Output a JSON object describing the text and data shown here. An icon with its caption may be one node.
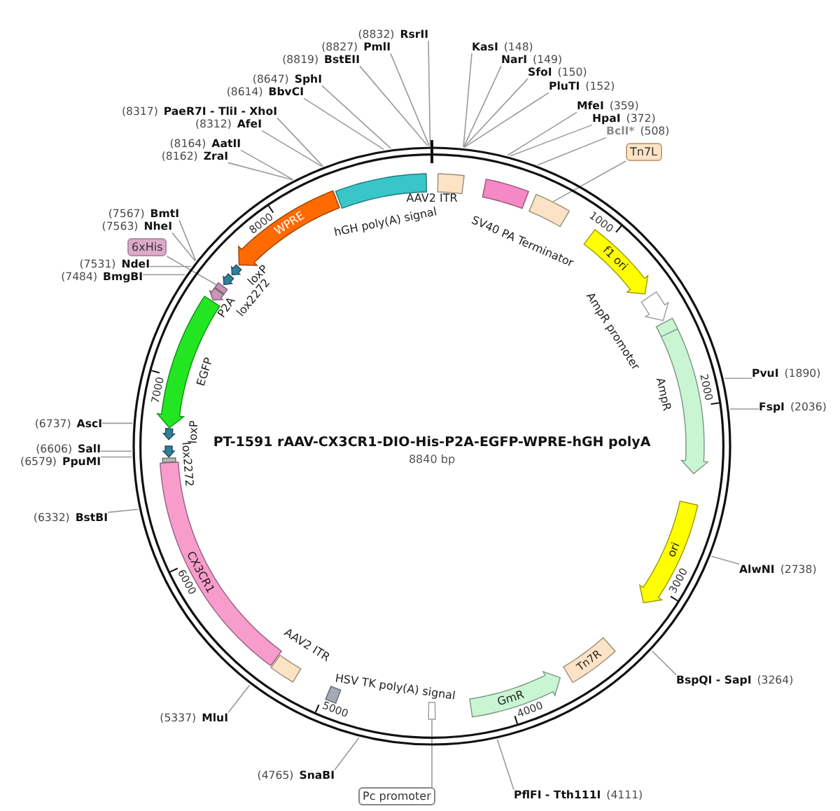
{
  "diagram": {
    "title": "PT-1591 rAAV-CX3CR1-DIO-His-P2A-EGFP-WPRE-hGH polyA",
    "nodes": [
      {
        "text": [
          "AAV2 ITR"
        ]
      },
      {
        "text": [
          "SV40 PA Terminator"
        ]
      },
      {
        "text": [],
        "shape": "box"
      },
      {
        "text": [
          "f1 ori"
        ]
      },
      {
        "text": [
          "AmpR promoter"
        ]
      },
      {
        "text": [
          "AmpR"
        ]
      },
      {
        "text": [
          "ori"
        ]
      },
      {
        "text": [
          "Tn7R"
        ]
      },
      {
        "text": [
          "GmR"
        ]
      },
      {
        "text": [],
        "shape": "box"
      },
      {
        "text": [
          "HSV TK poly(A) signal"
        ]
      },
      {
        "text": [
          "AAV2 ITR"
        ]
      },
      {
        "text": [
          "CX3CR1"
        ]
      },
      {
        "text": [],
        "shape": "bar"
      },
      {
        "text": [
          "lox2272"
        ]
      },
      {
        "text": [
          "loxP"
        ]
      },
      {
        "text": [
          "EGFP"
        ]
      },
      {
        "text": [
          "P2A"
        ]
      },
      {
        "text": [],
        "shape": "box"
      },
      {
        "text": [
          "lox2272"
        ]
      },
      {
        "text": [
          "loxP"
        ]
      },
      {
        "text": [
          "WPRE"
        ]
      },
      {
        "text": [
          "hGH poly(A) signal"
        ]
      },
      {
        "text": [
          "Tn7L"
        ]
      },
      {
        "text": [
          "6xHis"
        ]
      },
      {
        "text": [
          "Pc promoter"
        ]
      },
      {
        "text": [
          "KasI",
          "(148)"
        ]
      },
      {
        "text": [
          "NarI",
          "(149)"
        ]
      },
      {
        "text": [
          "SfoI",
          "(150)"
        ]
      },
      {
        "text": [
          "PluTI",
          "(152)"
        ]
      },
      {
        "text": [
          "MfeI",
          "(359)"
        ]
      },
      {
        "text": [
          "HpaI",
          "(372)"
        ]
      },
      {
        "text": [
          "BclI*",
          "(508)"
        ]
      },
      {
        "text": [
          "PvuI",
          "(1890)"
        ]
      },
      {
        "text": [
          "FspI",
          "(2036)"
        ]
      },
      {
        "text": [
          "AlwNI",
          "(2738)"
        ]
      },
      {
        "text": [
          "BspQI - SapI",
          "(3264)"
        ]
      },
      {
        "text": [
          "PflFI - Tth111I",
          "(4111)"
        ]
      },
      {
        "text": [
          "(4765)",
          "SnaBI"
        ]
      },
      {
        "text": [
          "(5337)",
          "MluI"
        ]
      },
      {
        "text": [
          "(6332)",
          "BstBI"
        ]
      },
      {
        "text": [
          "(6579)",
          "PpuMI"
        ]
      },
      {
        "text": [
          "(6606)",
          "SalI"
        ]
      },
      {
        "text": [
          "(6737)",
          "AscI"
        ]
      },
      {
        "text": [
          "(7484)",
          "BmgBI"
        ]
      },
      {
        "text": [
          "(7531)",
          "NdeI"
        ]
      },
      {
        "text": [
          "(7563)",
          "NheI"
        ]
      },
      {
        "text": [
          "(7567)",
          "BmtI"
        ]
      },
      {
        "text": [
          "(8162)",
          "ZraI"
        ]
      },
      {
        "text": [
          "(8164)",
          "AatII"
        ]
      },
      {
        "text": [
          "(8312)",
          "AfeI"
        ]
      },
      {
        "text": [
          "(8317)",
          "PaeR7I - TliI - XhoI"
        ]
      },
      {
        "text": [
          "(8614)",
          "BbvCI"
        ]
      },
      {
        "text": [
          "(8647)",
          "SphI"
        ]
      },
      {
        "text": [
          "(8819)",
          "BstEII"
        ]
      },
      {
        "text": [
          "(8827)",
          "PmlI"
        ]
      },
      {
        "text": [
          "(8832)",
          "RsrII"
        ]
      }
    ],
    "edges": [
      {
        "from": 23,
        "to": 2,
        "arrow": "none"
      },
      {
        "from": 24,
        "to": 18,
        "arrow": "none"
      },
      {
        "from": 25,
        "to": 9,
        "arrow": "none"
      },
      {
        "from": 26,
        "to": null,
        "arrow": "none"
      },
      {
        "from": 27,
        "to": null,
        "arrow": "none"
      },
      {
        "from": 28,
        "to": null,
        "arrow": "none"
      },
      {
        "from": 29,
        "to": null,
        "arrow": "none"
      },
      {
        "from": 30,
        "to": null,
        "arrow": "none"
      },
      {
        "from": 31,
        "to": null,
        "arrow": "none"
      },
      {
        "from": 32,
        "to": null,
        "arrow": "none"
      },
      {
        "from": 33,
        "to": null,
        "arrow": "none"
      },
      {
        "from": 34,
        "to": null,
        "arrow": "none"
      },
      {
        "from": 35,
        "to": null,
        "arrow": "none"
      },
      {
        "from": 36,
        "to": null,
        "arrow": "none"
      },
      {
        "from": 37,
        "to": null,
        "arrow": "none"
      },
      {
        "from": 38,
        "to": null,
        "arrow": "none"
      },
      {
        "from": 39,
        "to": null,
        "arrow": "none"
      },
      {
        "from": 40,
        "to": null,
        "arrow": "none"
      },
      {
        "from": 41,
        "to": null,
        "arrow": "none"
      },
      {
        "from": 42,
        "to": null,
        "arrow": "none"
      },
      {
        "from": 43,
        "to": null,
        "arrow": "none"
      },
      {
        "from": 44,
        "to": null,
        "arrow": "none"
      },
      {
        "from": 45,
        "to": null,
        "arrow": "none"
      },
      {
        "from": 46,
        "to": null,
        "arrow": "none"
      },
      {
        "from": 47,
        "to": null,
        "arrow": "none"
      },
      {
        "from": 48,
        "to": null,
        "arrow": "none"
      },
      {
        "from": 49,
        "to": null,
        "arrow": "none"
      },
      {
        "from": 50,
        "to": null,
        "arrow": "none"
      },
      {
        "from": 51,
        "to": null,
        "arrow": "none"
      },
      {
        "from": 52,
        "to": null,
        "arrow": "none"
      },
      {
        "from": 53,
        "to": null,
        "arrow": "none"
      },
      {
        "from": 54,
        "to": null,
        "arrow": "none"
      },
      {
        "from": 55,
        "to": null,
        "arrow": "none"
      },
      {
        "from": 56,
        "to": null,
        "arrow": "none"
      }
    ],
    "labels": [
      "8840 bp",
      "1000",
      "2000",
      "3000",
      "4000",
      "5000",
      "6000",
      "7000",
      "8000"
    ]
  }
}
